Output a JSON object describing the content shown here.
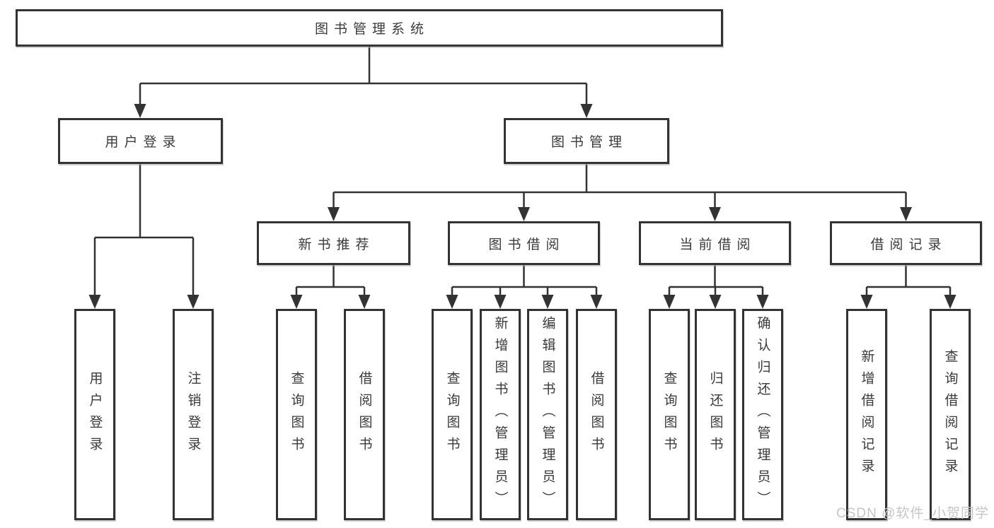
{
  "diagram": {
    "root": {
      "label": "图书管理系统"
    },
    "level2": [
      {
        "label": "用户登录"
      },
      {
        "label": "图书管理"
      }
    ],
    "level3": [
      {
        "label": "新书推荐",
        "parent": "图书管理"
      },
      {
        "label": "图书借阅",
        "parent": "图书管理"
      },
      {
        "label": "当前借阅",
        "parent": "图书管理"
      },
      {
        "label": "借阅记录",
        "parent": "图书管理"
      }
    ],
    "leaves": [
      {
        "label": "用户登录",
        "parent": "用户登录"
      },
      {
        "label": "注销登录",
        "parent": "用户登录"
      },
      {
        "label": "查询图书",
        "parent": "新书推荐"
      },
      {
        "label": "借阅图书",
        "parent": "新书推荐"
      },
      {
        "label": "查询图书",
        "parent": "图书借阅"
      },
      {
        "label": "新增图书（管理员）",
        "parent": "图书借阅"
      },
      {
        "label": "编辑图书（管理员）",
        "parent": "图书借阅"
      },
      {
        "label": "借阅图书",
        "parent": "图书借阅"
      },
      {
        "label": "查询图书",
        "parent": "当前借阅"
      },
      {
        "label": "归还图书",
        "parent": "当前借阅"
      },
      {
        "label": "确认归还（管理员）",
        "parent": "当前借阅"
      },
      {
        "label": "新增借阅记录",
        "parent": "借阅记录"
      },
      {
        "label": "查询借阅记录",
        "parent": "借阅记录"
      }
    ]
  },
  "watermark": {
    "text": "CSDN @软件_小贺同学",
    "color": "#c6c6c6"
  },
  "colors": {
    "line": "#333333",
    "border": "#333333",
    "text": "#3a3a3a",
    "background": "#ffffff"
  }
}
